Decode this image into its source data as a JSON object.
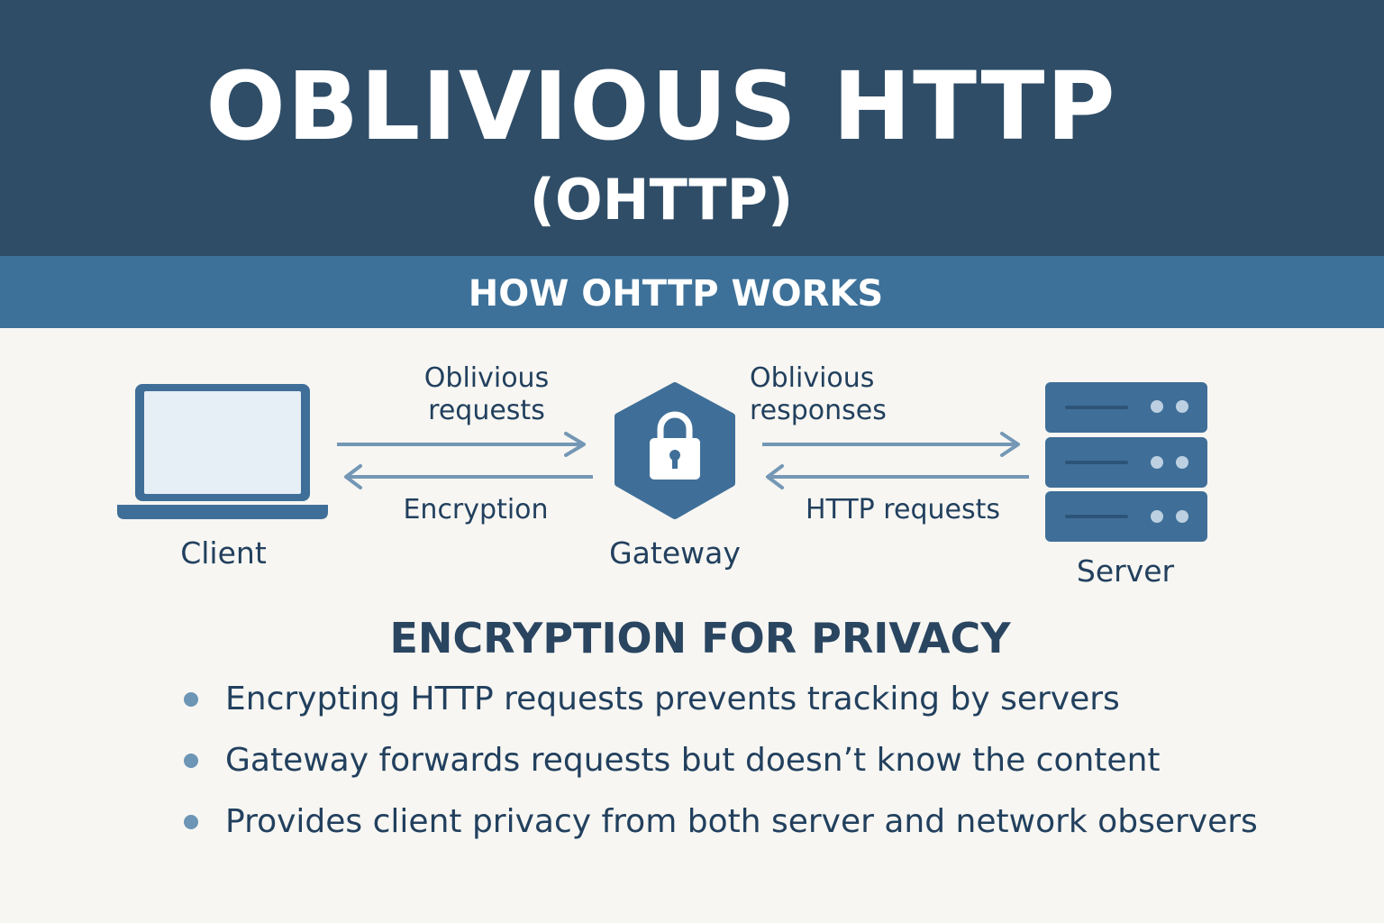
{
  "header": {
    "title": "OBLIVIOUS HTTP",
    "subtitle": "(OHTTP)"
  },
  "band": {
    "label": "HOW OHTTP WORKS"
  },
  "diagram": {
    "nodes": {
      "client": "Client",
      "gateway": "Gateway",
      "server": "Server"
    },
    "edges": {
      "oblivious_requests": "Oblivious\nrequests",
      "encryption": "Encryption",
      "oblivious_responses": "Oblivious\nresponses",
      "http_requests": "HTTP requests"
    },
    "icons": [
      "laptop-icon",
      "lock-icon",
      "server-stack-icon"
    ]
  },
  "section": {
    "title": "ENCRYPTION FOR PRIVACY",
    "bullets": [
      "Encrypting HTTP requests prevents tracking by servers",
      "Gateway forwards requests but doesn’t know the content",
      "Provides client privacy from both server and network observers"
    ]
  },
  "colors": {
    "header_bg": "#2f4d67",
    "band_bg": "#3d7199",
    "icon_blue": "#3f6f98",
    "arrow": "#7497b5",
    "text": "#22405e",
    "page_bg": "#f7f6f2"
  }
}
